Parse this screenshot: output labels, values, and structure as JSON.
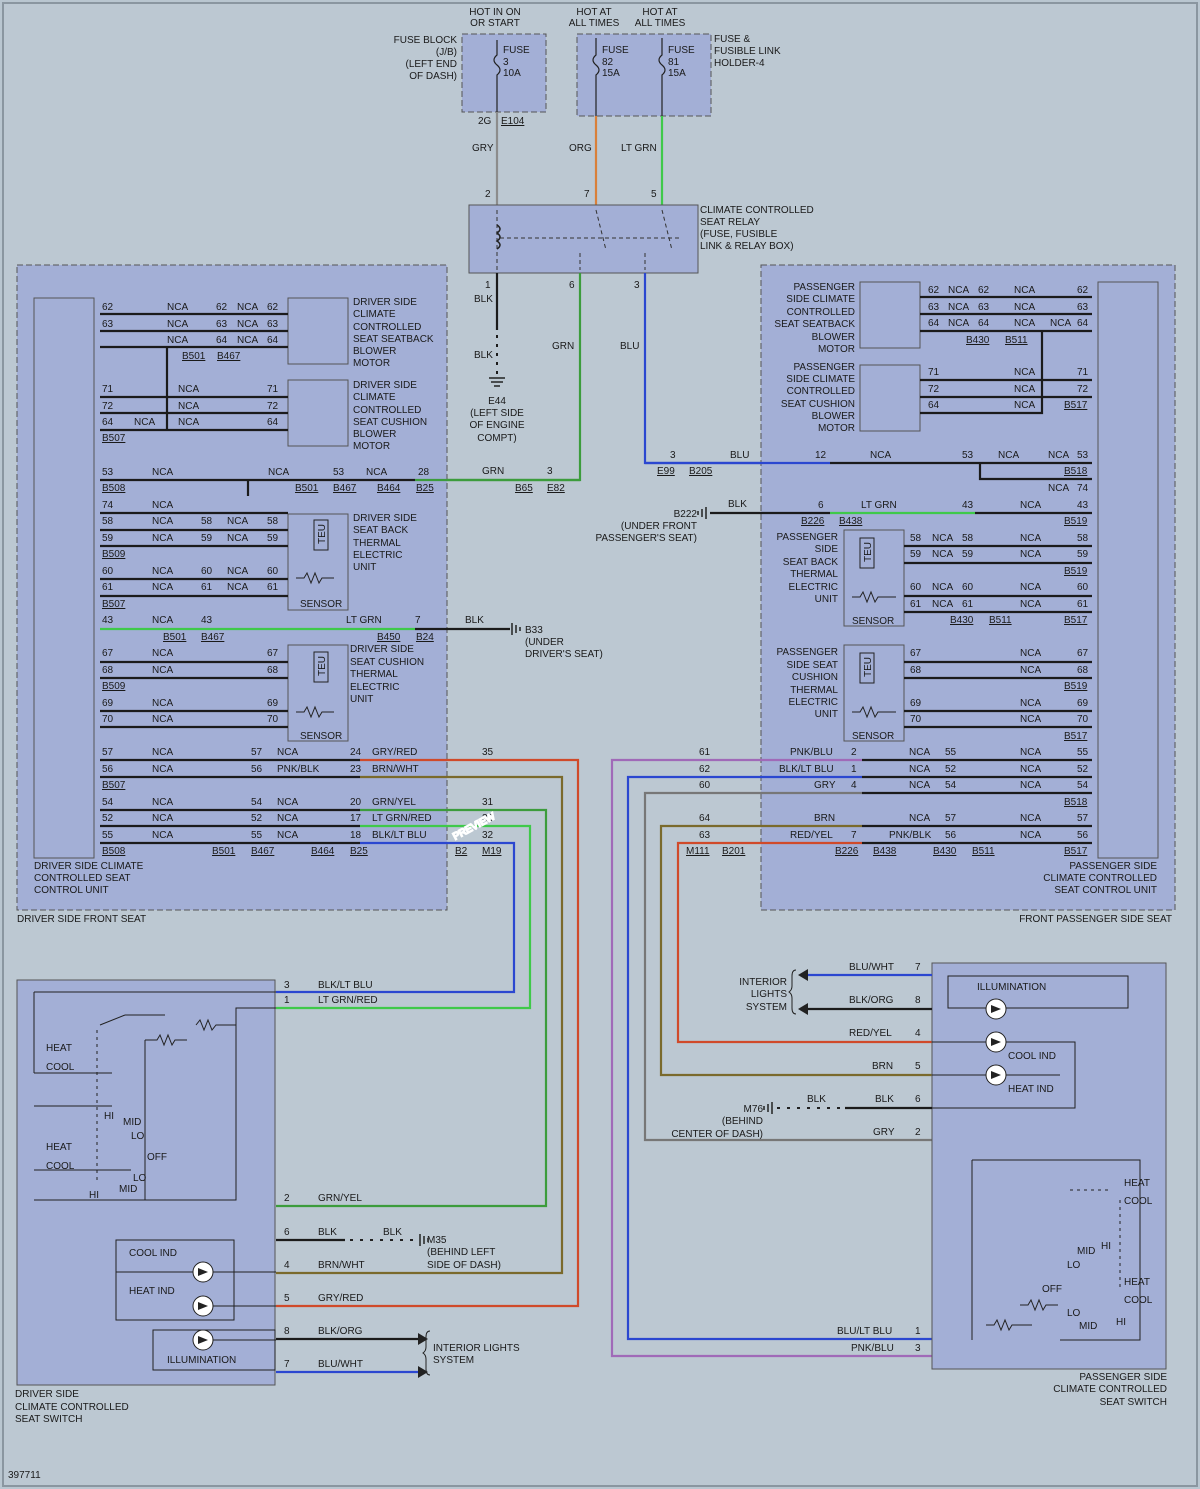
{
  "top": {
    "hot_run": [
      "HOT IN ON",
      "OR START"
    ],
    "hot_all_1": [
      "HOT AT",
      "ALL TIMES"
    ],
    "hot_all_2": [
      "HOT AT",
      "ALL TIMES"
    ],
    "fuse_block": [
      "FUSE BLOCK",
      "(J/B)",
      "(LEFT END",
      "OF DASH)"
    ],
    "fuse3": [
      "FUSE",
      "3",
      "10A"
    ],
    "fuse82": [
      "FUSE",
      "82",
      "15A"
    ],
    "fuse81": [
      "FUSE",
      "81",
      "15A"
    ],
    "fusible_holder": [
      "FUSE &",
      "FUSIBLE LINK",
      "HOLDER-4"
    ],
    "pin_2g": "2G",
    "e104": "E104",
    "gry": "GRY",
    "org": "ORG",
    "ltgrn": "LT GRN"
  },
  "relay": {
    "label": [
      "CLIMATE CONTROLLED",
      "SEAT RELAY",
      "(FUSE, FUSIBLE",
      "LINK & RELAY BOX)"
    ],
    "pin2": "2",
    "pin7": "7",
    "pin5": "5",
    "pin1": "1",
    "pin6": "6",
    "pin3": "3"
  },
  "ground_e44": {
    "blk1": "BLK",
    "blk2": "BLK",
    "label": [
      "E44",
      "(LEFT SIDE",
      "OF ENGINE",
      "COMPT)"
    ],
    "grn": "GRN",
    "blu": "BLU"
  },
  "driver_seat": {
    "title": "DRIVER SIDE FRONT SEAT",
    "control_unit": [
      "DRIVER SIDE CLIMATE",
      "CONTROLLED SEAT",
      "CONTROL UNIT"
    ],
    "backrest_blower": [
      "DRIVER SIDE",
      "CLIMATE",
      "CONTROLLED",
      "SEAT SEATBACK",
      "BLOWER",
      "MOTOR"
    ],
    "cushion_blower": [
      "DRIVER SIDE",
      "CLIMATE",
      "CONTROLLED",
      "SEAT CUSHION",
      "BLOWER",
      "MOTOR"
    ],
    "back_teu": [
      "DRIVER SIDE",
      "SEAT BACK",
      "THERMAL",
      "ELECTRIC",
      "UNIT"
    ],
    "cushion_teu": [
      "DRIVER SIDE",
      "SEAT CUSHION",
      "THERMAL",
      "ELECTRIC",
      "UNIT"
    ],
    "teu": "TEU",
    "sensor": "SENSOR",
    "nca": "NCA",
    "conn_b501": "B501",
    "conn_b467": "B467",
    "conn_b507": "B507",
    "conn_b508": "B508",
    "conn_b509": "B509",
    "conn_b464": "B464",
    "conn_b25": "B25",
    "conn_b450": "B450",
    "conn_b24": "B24",
    "conn_b2": "B2",
    "conn_m19": "M19",
    "conn_b65": "B65",
    "conn_e82": "E82",
    "ltgrn": "LT GRN",
    "grn": "GRN",
    "blk": "BLK",
    "b33": [
      "B33",
      "(UNDER",
      "DRIVER'S SEAT)"
    ],
    "wires": {
      "grn_red": "GRY/RED",
      "brn_wht": "BRN/WHT",
      "pnk_blk": "PNK/BLK",
      "grn_yel": "GRN/YEL",
      "ltgrn_red": "LT GRN/RED",
      "blk_ltblu": "BLK/LT BLU"
    }
  },
  "passenger_seat": {
    "title": "FRONT PASSENGER SIDE SEAT",
    "control_unit": [
      "PASSENGER SIDE",
      "CLIMATE CONTROLLED",
      "SEAT CONTROL UNIT"
    ],
    "backrest_blower": [
      "PASSENGER",
      "SIDE CLIMATE",
      "CONTROLLED",
      "SEAT SEATBACK",
      "BLOWER",
      "MOTOR"
    ],
    "cushion_blower": [
      "PASSENGER",
      "SIDE CLIMATE",
      "CONTROLLED",
      "SEAT CUSHION",
      "BLOWER",
      "MOTOR"
    ],
    "back_teu": [
      "PASSENGER",
      "SIDE",
      "SEAT BACK",
      "THERMAL",
      "ELECTRIC",
      "UNIT"
    ],
    "cushion_teu": [
      "PASSENGER",
      "SIDE SEAT",
      "CUSHION",
      "THERMAL",
      "ELECTRIC",
      "UNIT"
    ],
    "teu": "TEU",
    "sensor": "SENSOR",
    "nca": "NCA",
    "conn_b430": "B430",
    "conn_b511": "B511",
    "conn_b517": "B517",
    "conn_b518": "B518",
    "conn_b519": "B519",
    "conn_b226": "B226",
    "conn_b438": "B438",
    "conn_e99": "E99",
    "conn_b205": "B205",
    "conn_m111": "M111",
    "conn_b201": "B201",
    "blu": "BLU",
    "blk": "BLK",
    "ltgrn": "LT GRN",
    "b222": [
      "B222",
      "(UNDER FRONT",
      "PASSENGER'S SEAT)"
    ],
    "wires": {
      "pnk_blu": "PNK/BLU",
      "blk_ltblu": "BLK/LT BLU",
      "gry": "GRY",
      "brn": "BRN",
      "red_yel": "RED/YEL",
      "pnk_blk": "PNK/BLK"
    }
  },
  "driver_switch": {
    "title": [
      "DRIVER SIDE",
      "CLIMATE CONTROLLED",
      "SEAT SWITCH"
    ],
    "heat": "HEAT",
    "cool": "COOL",
    "hi": "HI",
    "mid": "MID",
    "lo": "LO",
    "off": "OFF",
    "cool_ind": "COOL IND",
    "heat_ind": "HEAT IND",
    "illumination": "ILLUMINATION",
    "w3": "BLK/LT BLU",
    "w1": "LT GRN/RED",
    "w2": "GRN/YEL",
    "w6": "BLK",
    "w6b": "BLK",
    "w4": "BRN/WHT",
    "w5": "GRY/RED",
    "w8": "BLK/ORG",
    "w7": "BLU/WHT",
    "m35": [
      "M35",
      "(BEHIND LEFT",
      "SIDE OF DASH)"
    ],
    "interior": [
      "INTERIOR LIGHTS",
      "SYSTEM"
    ]
  },
  "passenger_switch": {
    "title": [
      "PASSENGER SIDE",
      "CLIMATE CONTROLLED",
      "SEAT SWITCH"
    ],
    "heat": "HEAT",
    "cool": "COOL",
    "hi": "HI",
    "mid": "MID",
    "lo": "LO",
    "off": "OFF",
    "cool_ind": "COOL IND",
    "heat_ind": "HEAT IND",
    "illumination": "ILLUMINATION",
    "w7": "BLU/WHT",
    "w8": "BLK/ORG",
    "w4": "RED/YEL",
    "w5": "BRN",
    "w6": "BLK",
    "w6b": "BLK",
    "w2": "GRY",
    "w1": "BLU/LT BLU",
    "w3": "PNK/BLU",
    "m76": [
      "M76",
      "(BEHIND",
      "CENTER OF DASH)"
    ],
    "interior": [
      "INTERIOR",
      "LIGHTS",
      "SYSTEM"
    ]
  },
  "watermark": "PREVIEW",
  "figure_id": "397711"
}
